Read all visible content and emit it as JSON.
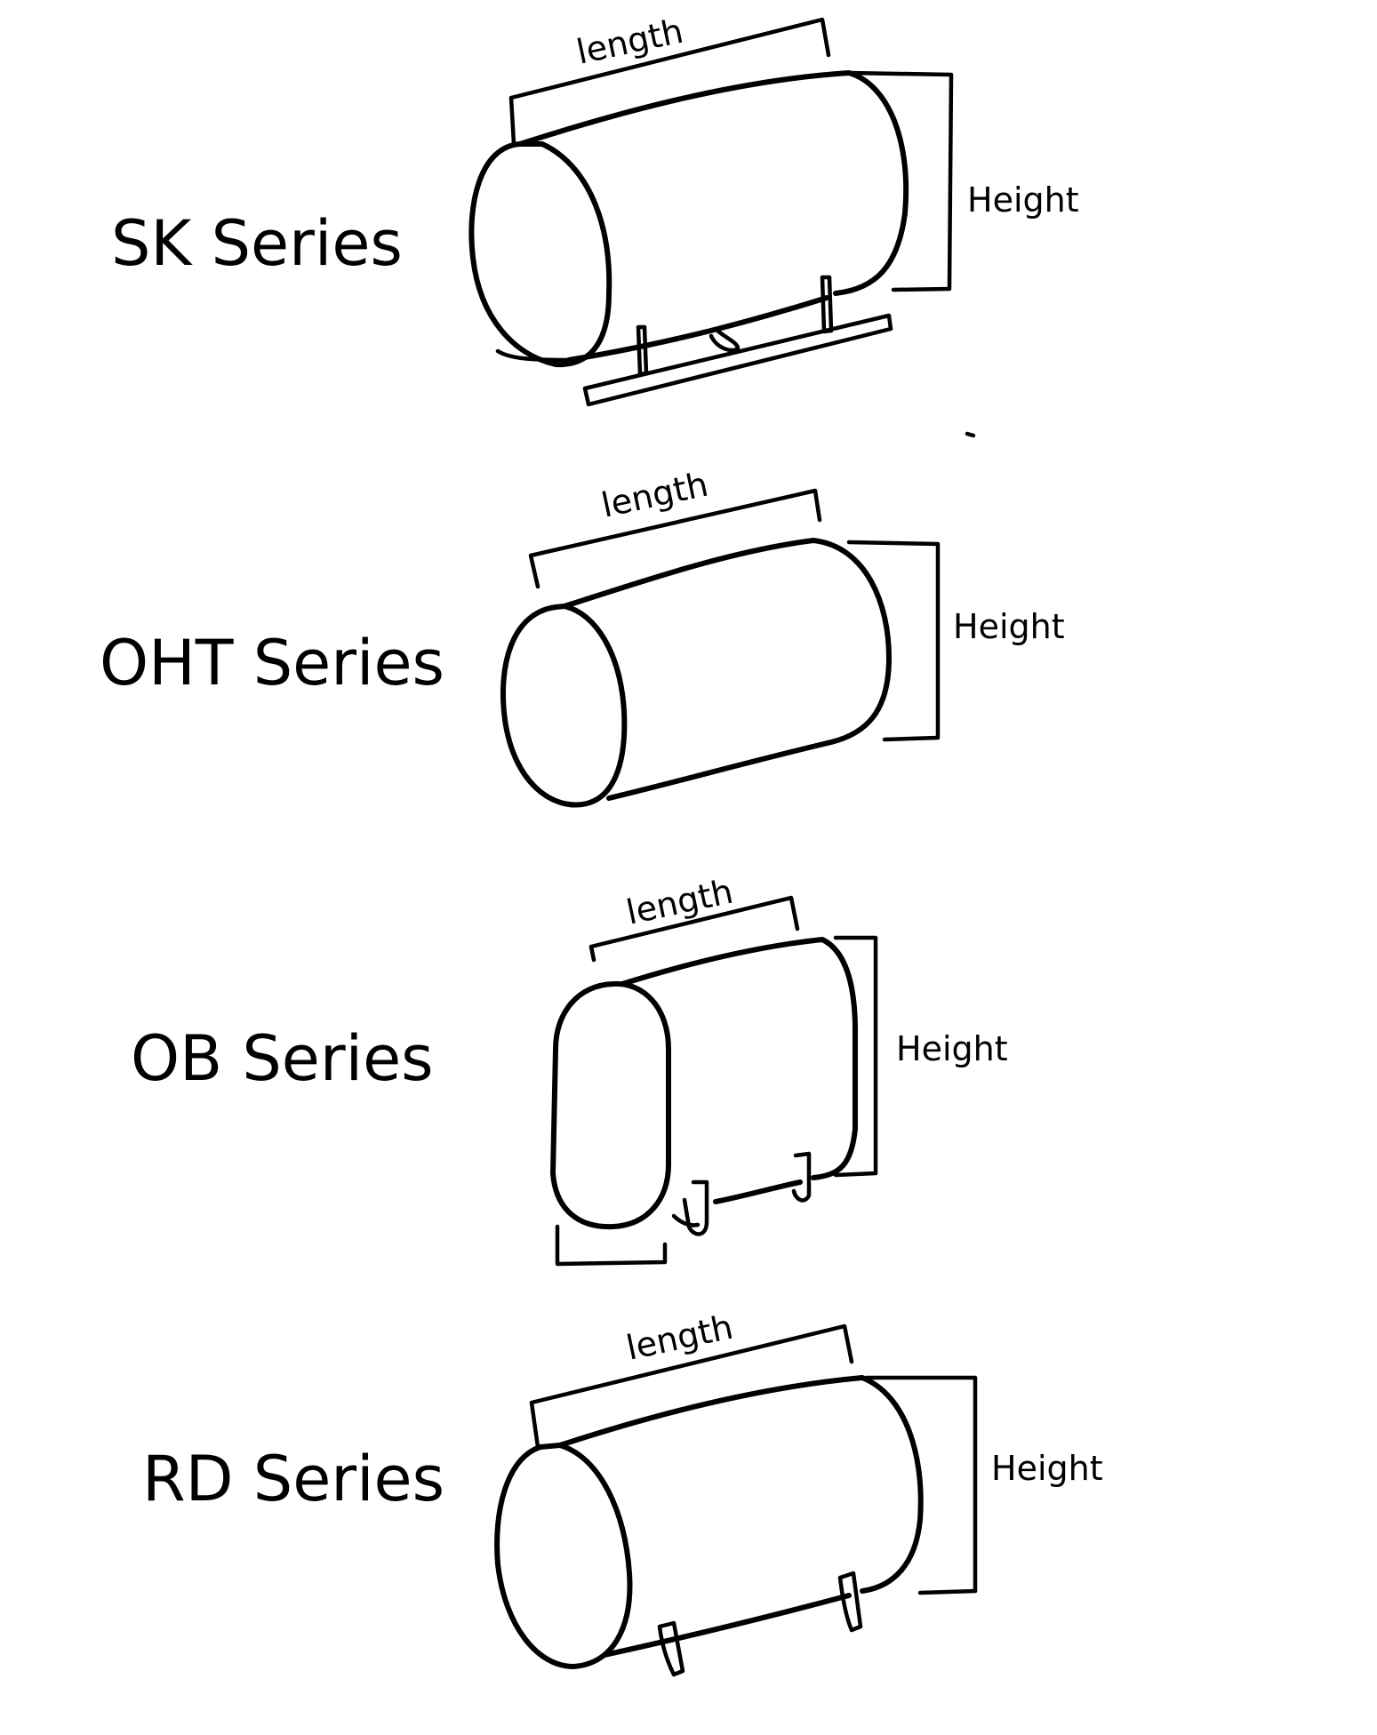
{
  "tanks": [
    {
      "id": "sk",
      "series": "SK Series",
      "length_label": "length",
      "height_label": "Height"
    },
    {
      "id": "oht",
      "series": "OHT Series",
      "length_label": "length",
      "height_label": "Height"
    },
    {
      "id": "ob",
      "series": "OB Series",
      "length_label": "length",
      "height_label": "Height"
    },
    {
      "id": "rd",
      "series": "RD Series",
      "length_label": "length",
      "height_label": "Height"
    }
  ]
}
